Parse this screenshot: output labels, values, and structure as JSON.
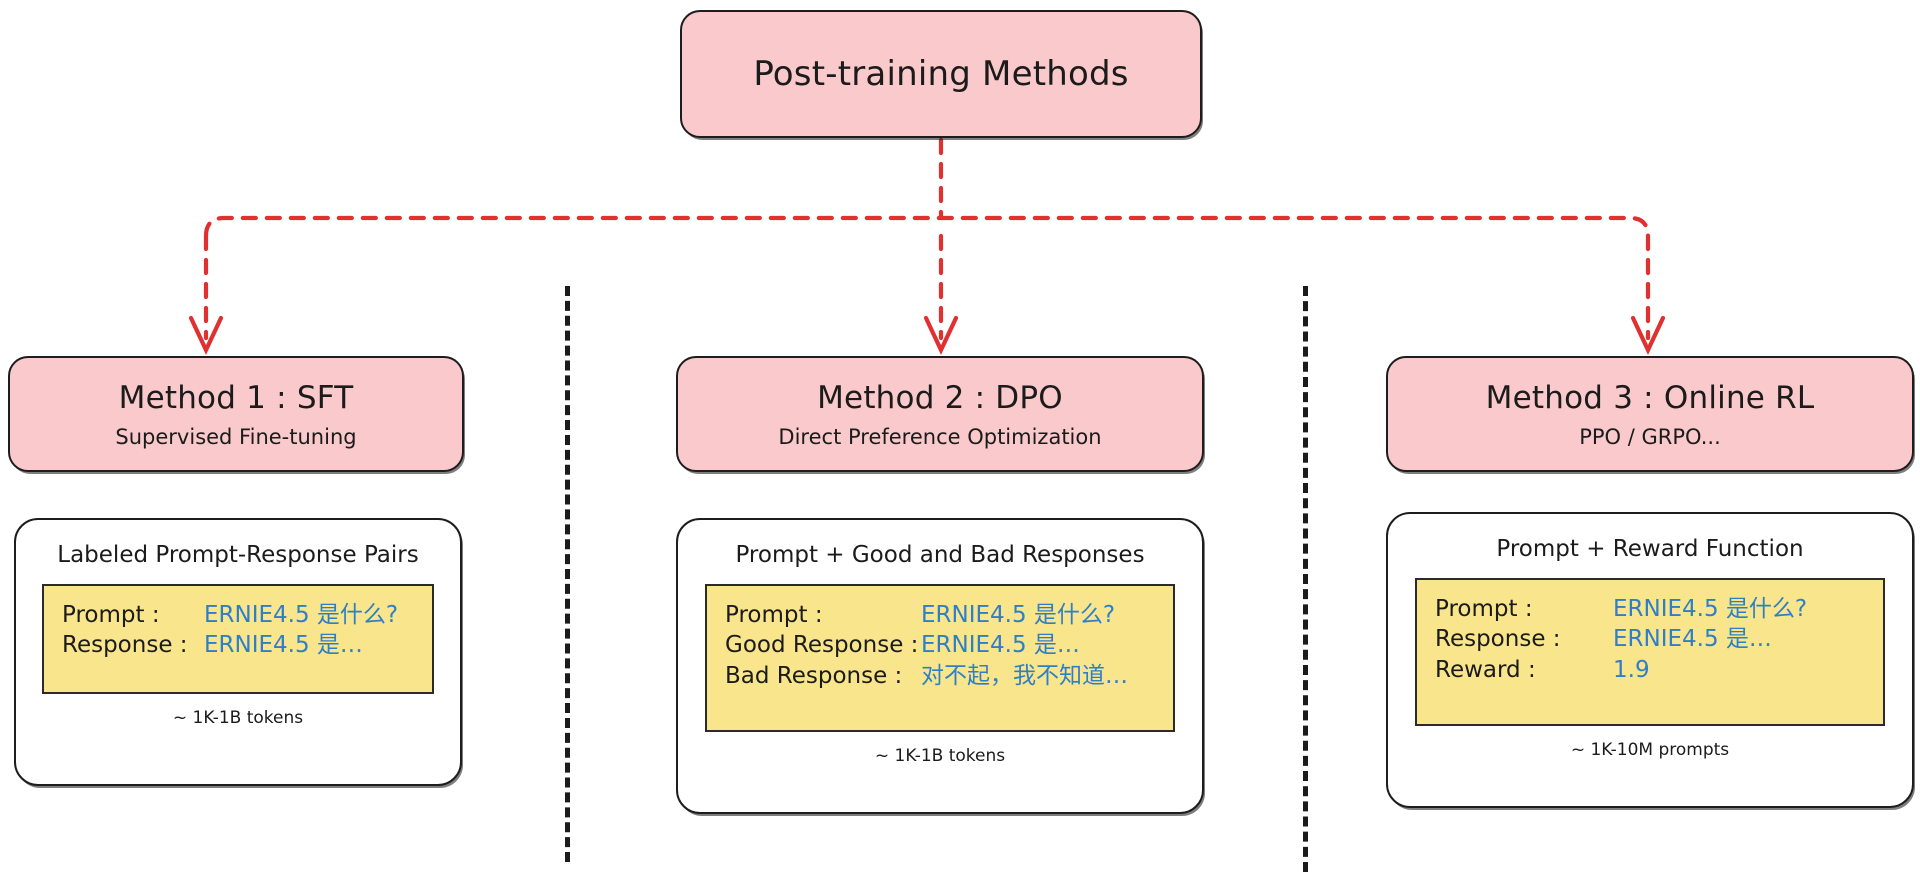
{
  "diagram": {
    "title": "Post-training Methods",
    "root": {
      "label": "Post-training Methods"
    },
    "accent_colors": {
      "node_fill": "#f9c9cb",
      "sample_fill": "#f8e58c",
      "connector": "#e03131",
      "separator": "#1b1b1b",
      "value_text": "#2f7fc6",
      "label_text": "#1b1b1b"
    },
    "separators": [
      "dashed-divider-1",
      "dashed-divider-2"
    ],
    "connectors": {
      "style": "dashed",
      "color": "#e03131",
      "arrows": [
        "arrow-to-method-1",
        "arrow-to-method-2",
        "arrow-to-method-3"
      ]
    },
    "methods": [
      {
        "title": "Method 1 : SFT",
        "subtitle": "Supervised Fine-tuning",
        "detail_title": "Labeled Prompt-Response Pairs",
        "rows": [
          {
            "key": "Prompt :",
            "value": "ERNIE4.5 是什么?"
          },
          {
            "key": "Response :",
            "value": "ERNIE4.5 是…"
          }
        ],
        "footnote": "~ 1K-1B tokens"
      },
      {
        "title": "Method 2 : DPO",
        "subtitle": "Direct Preference Optimization",
        "detail_title": "Prompt + Good and Bad Responses",
        "rows": [
          {
            "key": "Prompt :",
            "value": "ERNIE4.5 是什么?"
          },
          {
            "key": "Good Response :",
            "value": "ERNIE4.5 是…"
          },
          {
            "key": "Bad Response :",
            "value": "对不起，我不知道…"
          }
        ],
        "footnote": "~ 1K-1B tokens"
      },
      {
        "title": "Method 3 : Online RL",
        "subtitle": "PPO / GRPO...",
        "detail_title": "Prompt + Reward Function",
        "rows": [
          {
            "key": "Prompt :",
            "value": "ERNIE4.5 是什么?"
          },
          {
            "key": "Response :",
            "value": "ERNIE4.5 是…"
          },
          {
            "key": "Reward :",
            "value": "1.9"
          }
        ],
        "footnote": "~ 1K-10M prompts"
      }
    ]
  }
}
